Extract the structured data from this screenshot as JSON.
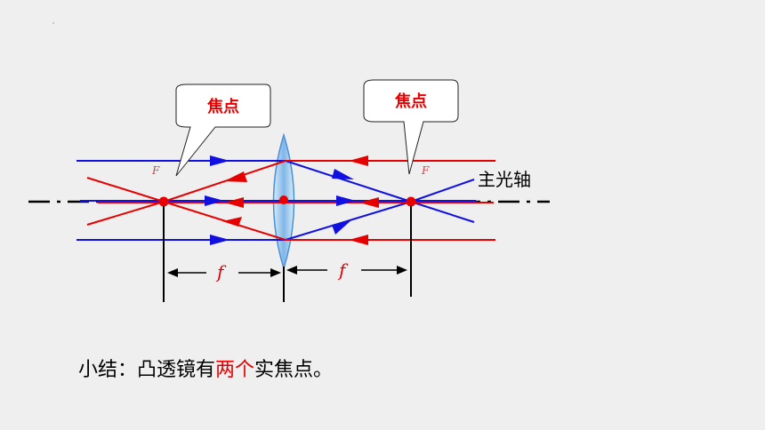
{
  "callouts": {
    "left_label": "焦点",
    "right_label": "焦点"
  },
  "diagram": {
    "axis_label": "主光轴",
    "focus_left_symbol": "F",
    "focus_right_symbol": "F",
    "distance_left_symbol": "f",
    "distance_right_symbol": "f"
  },
  "summary": {
    "prefix": "小结：凸透镜有",
    "highlight": "两个",
    "suffix": "实焦点。"
  },
  "colors": {
    "blue_ray": "#1010e0",
    "red_ray": "#e60000",
    "lens_fill": "#9ec8ec",
    "background": "#efefef"
  }
}
